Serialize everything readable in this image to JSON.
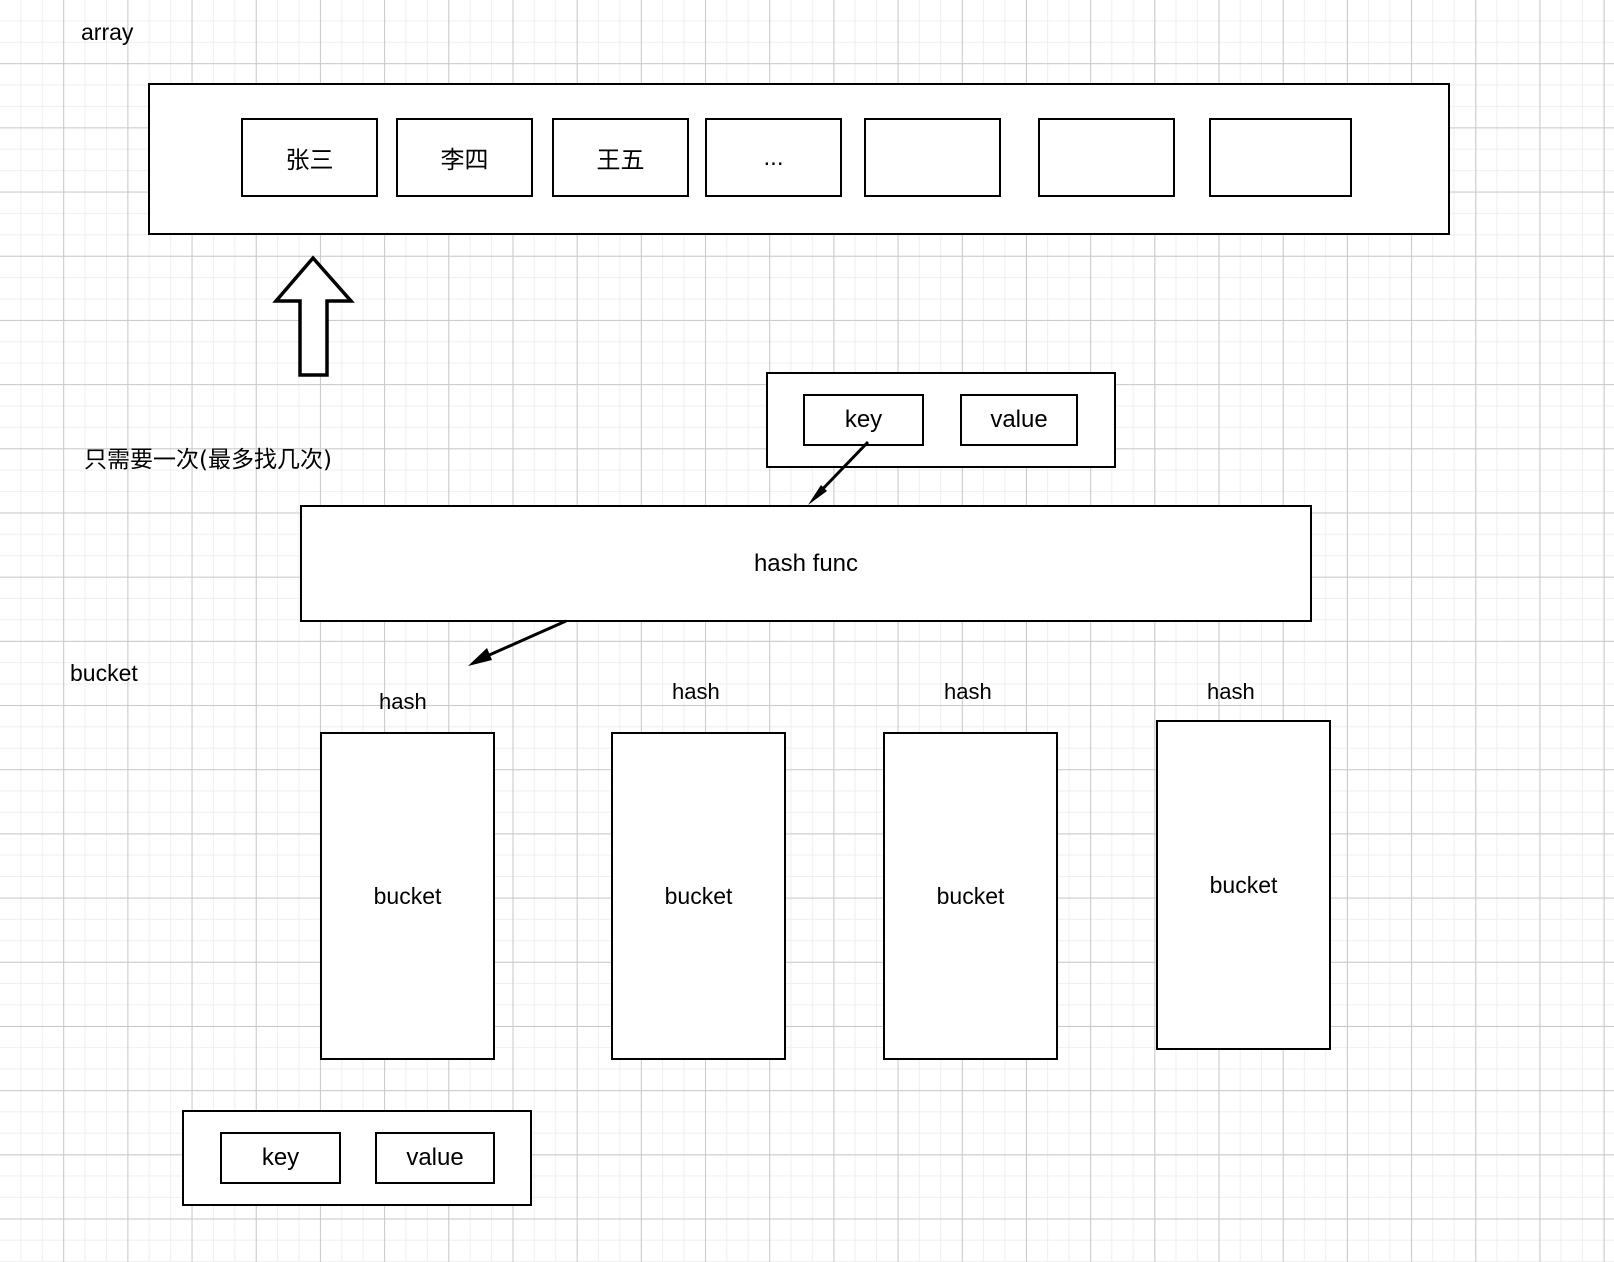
{
  "diagram": {
    "title": "hashmap structure diagram",
    "labels": {
      "array": "array",
      "note": "只需要一次(最多找几次)",
      "bucket_side": "bucket"
    },
    "array_row": {
      "cells": [
        {
          "text": "张三"
        },
        {
          "text": "李四"
        },
        {
          "text": "王五"
        },
        {
          "text": "..."
        },
        {
          "text": ""
        },
        {
          "text": ""
        },
        {
          "text": ""
        }
      ]
    },
    "kv_top": {
      "key_label": "key",
      "value_label": "value"
    },
    "hash_func": {
      "label": "hash func"
    },
    "buckets": [
      {
        "hash_label": "hash",
        "bucket_label": "bucket"
      },
      {
        "hash_label": "hash",
        "bucket_label": "bucket"
      },
      {
        "hash_label": "hash",
        "bucket_label": "bucket"
      },
      {
        "hash_label": "hash",
        "bucket_label": "bucket"
      }
    ],
    "kv_bottom": {
      "key_label": "key",
      "value_label": "value"
    },
    "colors": {
      "stroke": "#000000",
      "background": "#ffffff",
      "grid_minor": "#efefef",
      "grid_major": "#c9c9c9"
    }
  }
}
